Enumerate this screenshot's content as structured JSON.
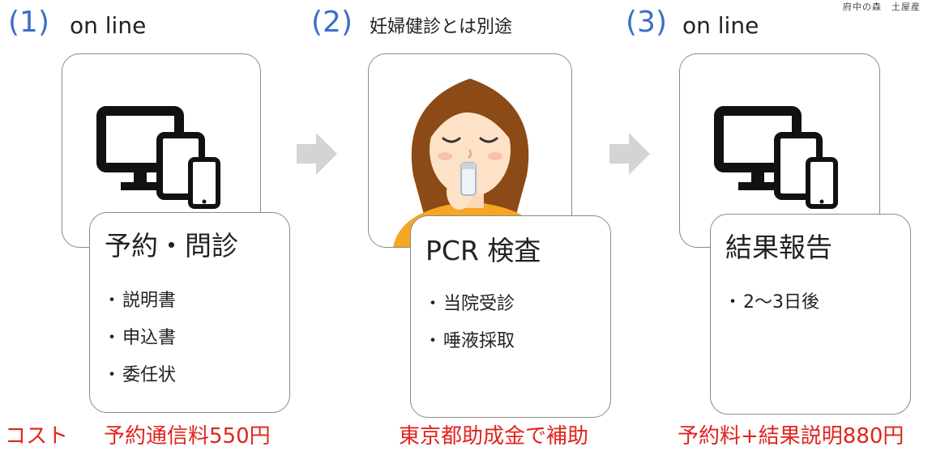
{
  "watermark": "府中の森　土屋産",
  "steps": [
    {
      "number": "(1)",
      "caption": "on line",
      "title": "予約・問診",
      "bullets": [
        "説明書",
        "申込書",
        "委任状"
      ],
      "cost": "予約通信料550円"
    },
    {
      "number": "(2)",
      "caption": "妊婦健診とは別途",
      "title": "PCR 検査",
      "bullets": [
        "当院受診",
        "唾液採取"
      ],
      "cost": "東京都助成金で補助"
    },
    {
      "number": "(3)",
      "caption": "on line",
      "title": "結果報告",
      "bullets": [
        "2～3日後"
      ],
      "cost": "予約料+結果説明880円"
    }
  ],
  "cost_label": "コスト",
  "bullet_symbol": "・",
  "colors": {
    "step_number": "#3b6fc7",
    "cost_text": "#e0241d",
    "arrow": "#d4d4d4",
    "border": "#8a8a8a"
  }
}
